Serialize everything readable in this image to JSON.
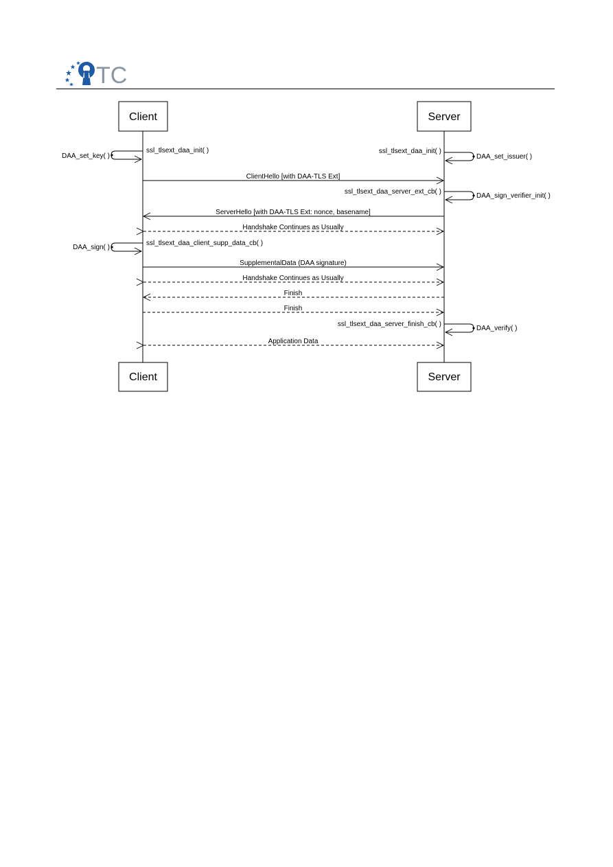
{
  "header": {
    "logo_text": "TC",
    "colors": {
      "logo_blue": "#1f5aa6",
      "rule": "#000000"
    }
  },
  "participants": {
    "client": "Client",
    "server": "Server"
  },
  "self_calls": {
    "client_set_key": "DAA_set_key( )",
    "client_init": "ssl_tlsext_daa_init( )",
    "server_init": "ssl_tlsext_daa_init( )",
    "server_set_issuer": "DAA_set_issuer( )",
    "server_ext_cb": "ssl_tlsext_daa_server_ext_cb( )",
    "server_sign_verifier_init": "DAA_sign_verifier_init( )",
    "client_sign": "DAA_sign( )",
    "client_supp_data_cb": "ssl_tlsext_daa_client_supp_data_cb( )",
    "server_finish_cb": "ssl_tlsext_daa_server_finish_cb( )",
    "server_verify": "DAA_verify( )"
  },
  "messages": {
    "client_hello": "ClientHello [with DAA-TLS Ext]",
    "server_hello": "ServerHello [with DAA-TLS Ext: nonce, basename]",
    "handshake_1": "Handshake Continues as Usually",
    "supplemental_data": "SupplementalData (DAA signature)",
    "handshake_2": "Handshake Continues as Usually",
    "finish_1": "Finish",
    "finish_2": "Finish",
    "application_data": "Application Data"
  }
}
